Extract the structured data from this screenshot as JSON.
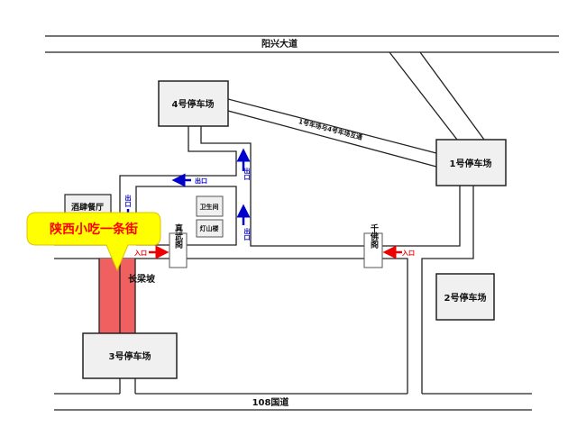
{
  "roads": {
    "top": "阳兴大道",
    "bottom": "108国道",
    "connector": "1号车场与4号车场互通",
    "street": "长梁坡"
  },
  "parking": {
    "p1": "1号停车场",
    "p2": "2号停车场",
    "p3": "3号停车场",
    "p4": "4号停车场"
  },
  "buildings": {
    "restaurant": "酒肆餐厅",
    "toilet": "卫生间",
    "lantern": "灯山楼",
    "zhenwu": "真武阁",
    "qianfo": "千佛阁"
  },
  "callout": "陕西小吃一条街",
  "labels": {
    "exit": "出口",
    "entrance": "入口"
  },
  "colors": {
    "exit": "#0000cc",
    "entrance": "#ee0000",
    "street": "#f06060",
    "callout": "#ffff00",
    "callout_text": "#ff0000",
    "box": "#f0f0f0"
  }
}
